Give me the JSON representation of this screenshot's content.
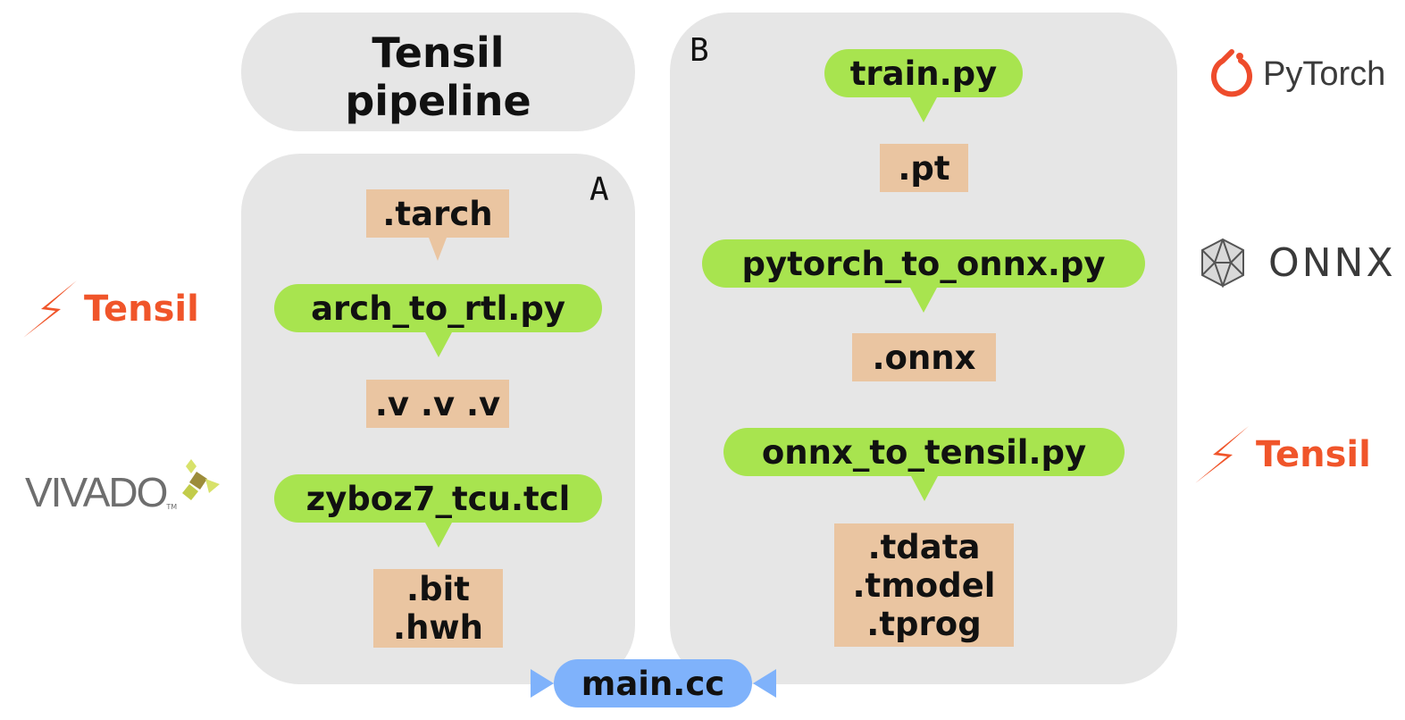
{
  "title": "Tensil\npipeline",
  "panel_a": {
    "letter": "A",
    "tarch": ".tarch",
    "arch_script": "arch_to_rtl.py",
    "verilog": ".v .v .v",
    "tcl_script": "zyboz7_tcu.tcl",
    "bitstream": ".bit\n.hwh"
  },
  "panel_b": {
    "letter": "B",
    "train_script": "train.py",
    "pt": ".pt",
    "export_script": "pytorch_to_onnx.py",
    "onnx": ".onnx",
    "compile_script": "onnx_to_tensil.py",
    "artifacts": ".tdata\n.tmodel\n.tprog"
  },
  "main": "main.cc",
  "logos": {
    "tensil": "Tensil",
    "vivado": "VIVADO",
    "vivado_tm": "TM",
    "pytorch": "PyTorch",
    "onnx": "ONNX"
  },
  "colors": {
    "panel": "#e6e6e6",
    "script": "#a8e44f",
    "file": "#eac5a1",
    "main": "#7fb2fb",
    "tensil": "#f0552a",
    "pytorch": "#ee4c2c"
  }
}
